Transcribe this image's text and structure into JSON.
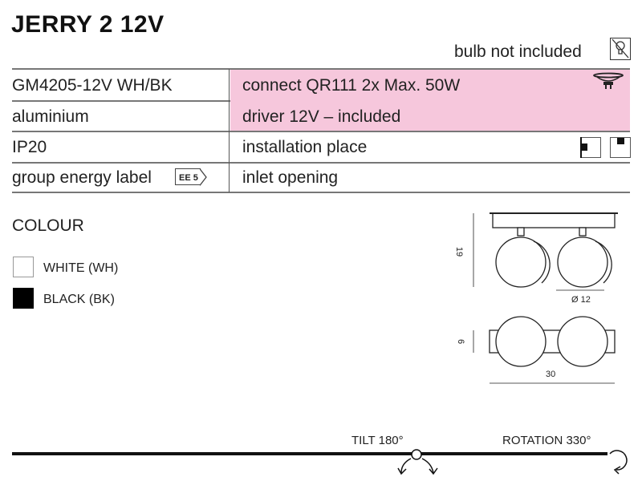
{
  "title": "JERRY 2  12V",
  "bulb_note": "bulb not included",
  "specs": [
    {
      "left": "GM4205-12V WH/BK",
      "right": "connect QR111 2x Max. 50W"
    },
    {
      "left": "aluminium",
      "right": "driver 12V – included"
    },
    {
      "left": "IP20",
      "right": "installation place"
    },
    {
      "left": "group energy label",
      "right": "inlet opening"
    }
  ],
  "energy_label": "EE 5",
  "colour": {
    "heading": "COLOUR",
    "options": [
      {
        "label": "WHITE (WH)",
        "swatch": "#ffffff"
      },
      {
        "label": "BLACK (BK)",
        "swatch": "#000000"
      }
    ]
  },
  "dims": {
    "height": "19",
    "diameter": "Ø 12",
    "depth": "6",
    "width": "30"
  },
  "tilt": "TILT 180°",
  "rotation": "ROTATION 330°",
  "colors": {
    "highlight": "#f6c7dc"
  }
}
